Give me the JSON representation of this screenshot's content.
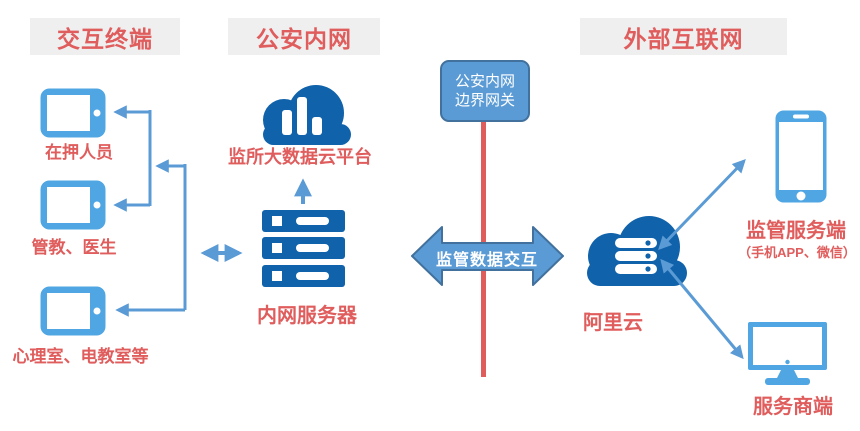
{
  "section_headers": {
    "terminals": "交互终端",
    "intranet": "公安内网",
    "internet": "外部互联网"
  },
  "terminals": {
    "tablets": [
      {
        "label": "在押人员"
      },
      {
        "label": "管教、医生"
      },
      {
        "label": "心理室、电教室等"
      }
    ]
  },
  "intranet": {
    "cloud_label": "监所大数据云平台",
    "server_label": "内网服务器"
  },
  "gateway": {
    "line1": "公安内网",
    "line2": "边界网关"
  },
  "exchange": {
    "label": "监管数据交互"
  },
  "external": {
    "cloud_label": "阿里云",
    "phone_label": "监管服务端",
    "phone_sublabel": "（手机APP、微信）",
    "monitor_label": "服务商端"
  },
  "colors": {
    "light_blue": "#4FA6E2",
    "dark_blue": "#1062AA",
    "connector_blue": "#5B9BD5",
    "arrow_border": "#41719C",
    "red": "#E05D5D",
    "header_bg": "#EFEFEF"
  }
}
